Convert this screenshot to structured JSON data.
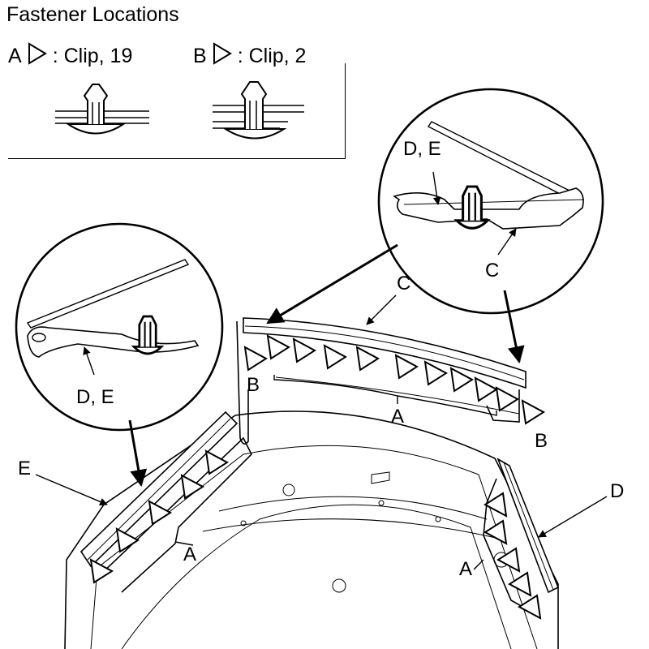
{
  "title": "Fastener Locations",
  "legend": [
    {
      "letter": "A",
      "text": ": Clip, 19"
    },
    {
      "letter": "B",
      "text": ": Clip, 2"
    }
  ],
  "callouts": {
    "de_top": "D, E",
    "c_top": "C",
    "c_panel": "C",
    "de_left": "D, E",
    "e": "E",
    "d": "D",
    "b_left": "B",
    "b_right": "B",
    "a_top": "A",
    "a_left": "A",
    "a_right": "A"
  }
}
